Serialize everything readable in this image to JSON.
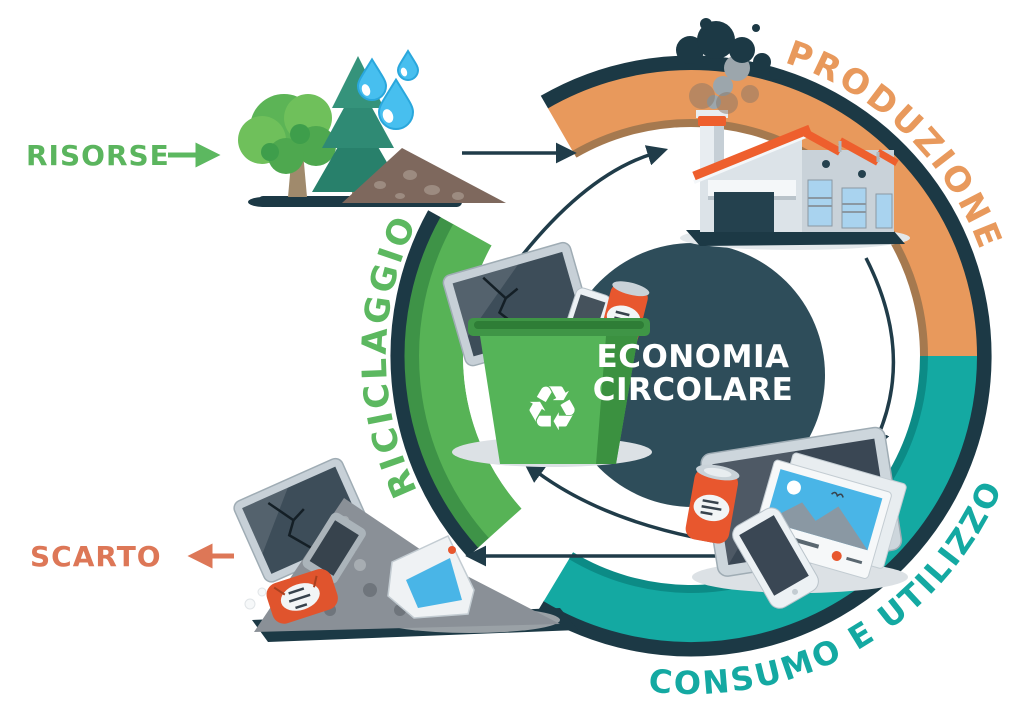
{
  "title": {
    "line1": "ECONOMIA",
    "line2": "CIRCOLARE"
  },
  "ring": {
    "produzione_label": "PRODUZIONE",
    "consumo_label": "CONSUMO E UTILIZZO",
    "riciclaggio_label": "RICICLAGGIO"
  },
  "annotations": {
    "risorse_label": "RISORSE",
    "scarto_label": "SCARTO"
  },
  "colors": {
    "ring_orange": "#E8995C",
    "ring_orange_shade": "#A5794F",
    "ring_teal": "#14A9A2",
    "ring_teal_shade": "#0C8B86",
    "ring_green_light": "#57B356",
    "ring_green_dark": "#3E9347",
    "ring_outline_navy": "#1C3945",
    "center_circle": "#2E4D5A",
    "center_text": "#FFFFFF",
    "risorse_green": "#5CB860",
    "scarto_orange": "#DD7757",
    "arrow_navy": "#203C49"
  },
  "illustrations": {
    "top_left": "trees-and-soil-with-water-drops",
    "top_right": "factory",
    "center_left": "recycling-bin-with-ewaste",
    "bottom_right": "consumer-electronics",
    "bottom_left": "waste-pile"
  }
}
